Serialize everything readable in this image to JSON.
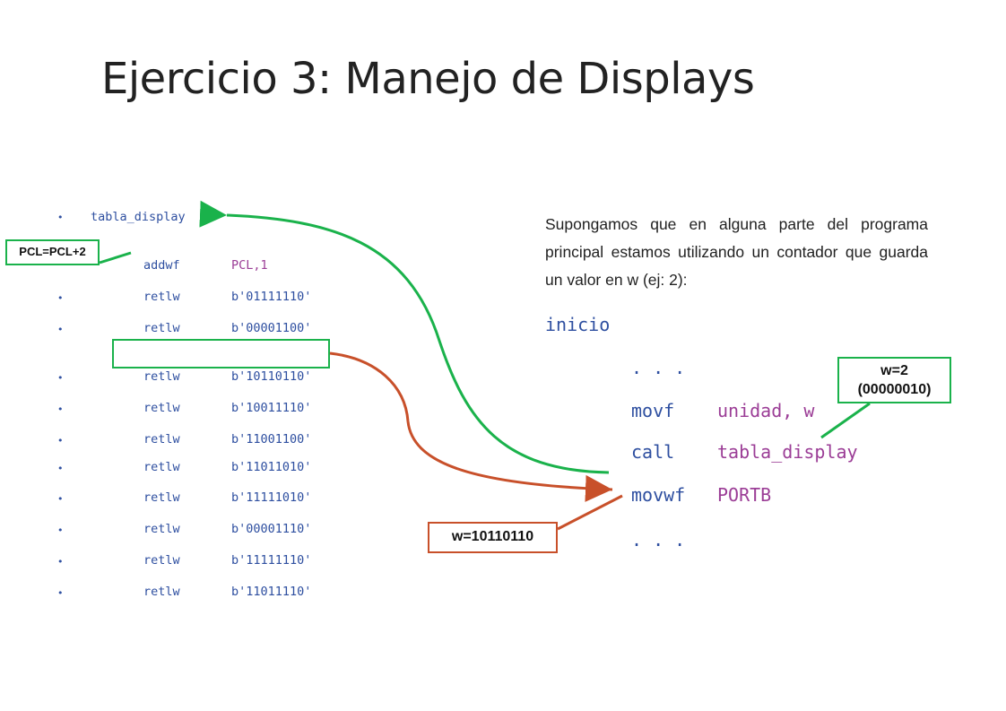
{
  "title": "Ejercicio 3: Manejo de Displays",
  "table": {
    "label": "tabla_display",
    "first": {
      "op": "addwf",
      "arg": "PCL,1"
    },
    "rows": [
      {
        "op": "retlw",
        "arg": "b'01111110'"
      },
      {
        "op": "retlw",
        "arg": "b'00001100'"
      },
      {
        "op": "retlw",
        "arg": "b'10110110'"
      },
      {
        "op": "retlw",
        "arg": "b'10011110'"
      },
      {
        "op": "retlw",
        "arg": "b'11001100'"
      },
      {
        "op": "retlw",
        "arg": "b'11011010'"
      },
      {
        "op": "retlw",
        "arg": "b'11111010'"
      },
      {
        "op": "retlw",
        "arg": "b'00001110'"
      },
      {
        "op": "retlw",
        "arg": "b'11111110'"
      },
      {
        "op": "retlw",
        "arg": "b'11011110'"
      }
    ]
  },
  "bullet_char": "•",
  "description": "Supongamos que en alguna parte del programa principal estamos utilizando un contador que guarda un valor en w (ej: 2):",
  "program": {
    "label": "inicio",
    "dots": ". . .",
    "lines": [
      {
        "op": "movf",
        "arg": "unidad, w"
      },
      {
        "op": "call",
        "arg": "tabla_display"
      },
      {
        "op": "movwf",
        "arg": "PORTB"
      }
    ],
    "dots_end": ". . ."
  },
  "callouts": {
    "pcl": "PCL=PCL+2",
    "w_in_line1": "w=2",
    "w_in_line2": "(00000010)",
    "w_out": "w=10110110"
  },
  "colors": {
    "green": "#1ab24b",
    "red": "#c8502a",
    "code_blue": "#2e4fa0",
    "code_pink": "#9b3d96"
  }
}
